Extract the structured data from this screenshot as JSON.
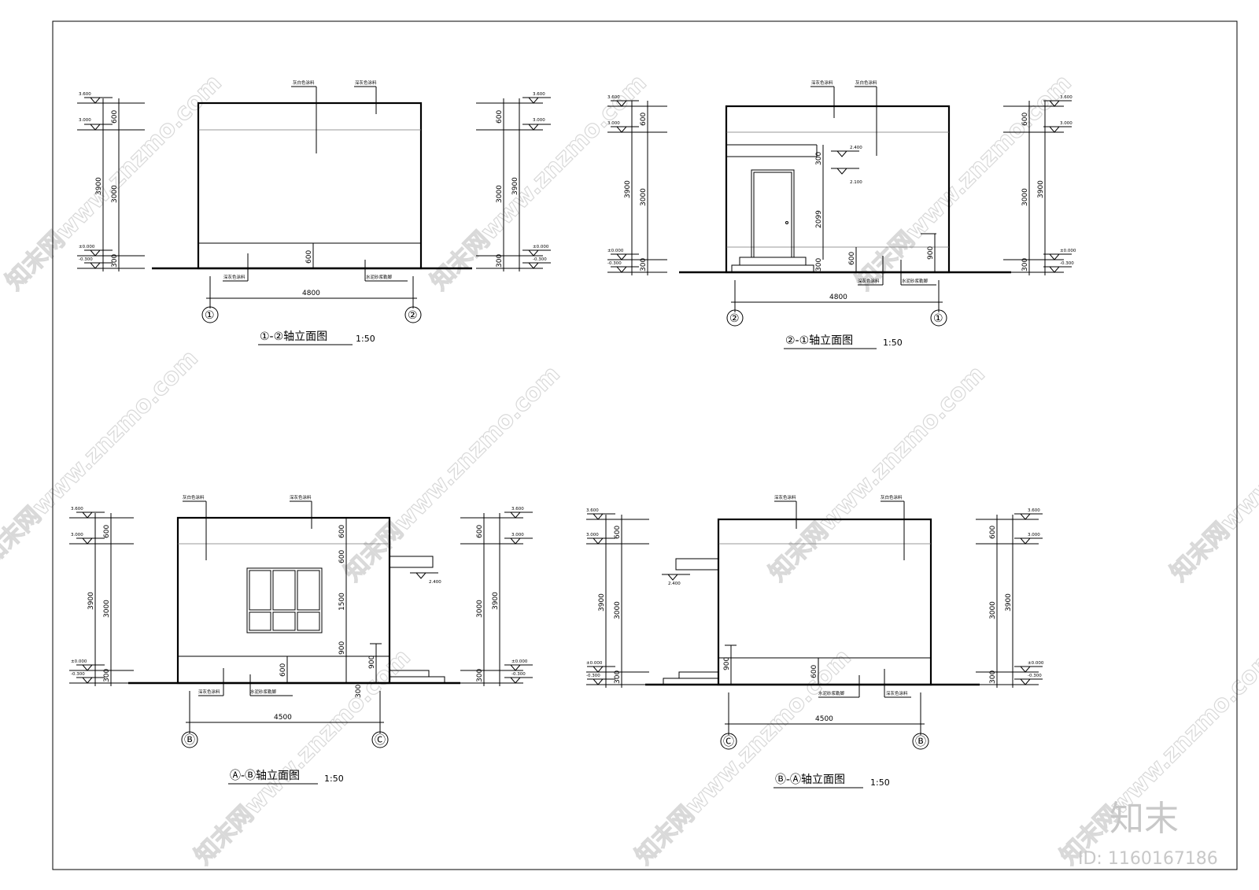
{
  "dims": {
    "h_total": "3900",
    "h_main": "3000",
    "h_parapet": "600",
    "h_base": "300",
    "w_long": "4800",
    "w_short": "4500",
    "h_600": "600",
    "h_900": "900",
    "h_1500": "1500",
    "h_2099": "2099",
    "h_300": "300"
  },
  "levels": {
    "top": "3.600",
    "roof": "3.000",
    "ground": "±0.000",
    "outside": "-0.300",
    "canopy": "2.400",
    "door_top": "2.100"
  },
  "materials": {
    "grey_paint": "灰白色涂料",
    "dark_paint": "深灰色涂料",
    "plinth": "水泥砂浆勒脚"
  },
  "axes": {
    "a1": "①",
    "a2": "②",
    "aA": "Ⓐ",
    "aB": "Ⓑ",
    "aC": "Ⓒ"
  },
  "drawings": [
    {
      "title": "①-②轴立面图",
      "scale": "1:50"
    },
    {
      "title": "②-①轴立面图",
      "scale": "1:50"
    },
    {
      "title": "Ⓐ-Ⓑ轴立面图",
      "scale": "1:50"
    },
    {
      "title": "Ⓑ-Ⓐ轴立面图",
      "scale": "1:50"
    }
  ],
  "watermark": {
    "text": "知末网www.znzmo.com"
  },
  "brand": {
    "name": "知末",
    "id": "ID: 1160167186"
  }
}
